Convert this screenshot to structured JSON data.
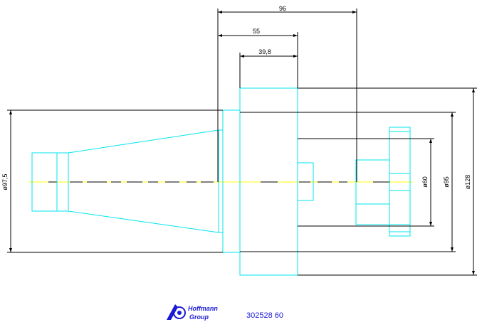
{
  "dimensions": {
    "length_96": "96",
    "length_55": "55",
    "length_39_8": "39,8",
    "dia_97_5": "ø97,5",
    "dia_60": "ø60",
    "dia_95": "ø95",
    "dia_128": "ø128"
  },
  "logo": {
    "line1": "Hoffmann",
    "line2": "Group"
  },
  "part_number": "302528 60",
  "colors": {
    "part_outline": "#00e5ee",
    "centerline": "#ffff00",
    "dimension": "#000000",
    "logo": "#1a1ad6"
  }
}
